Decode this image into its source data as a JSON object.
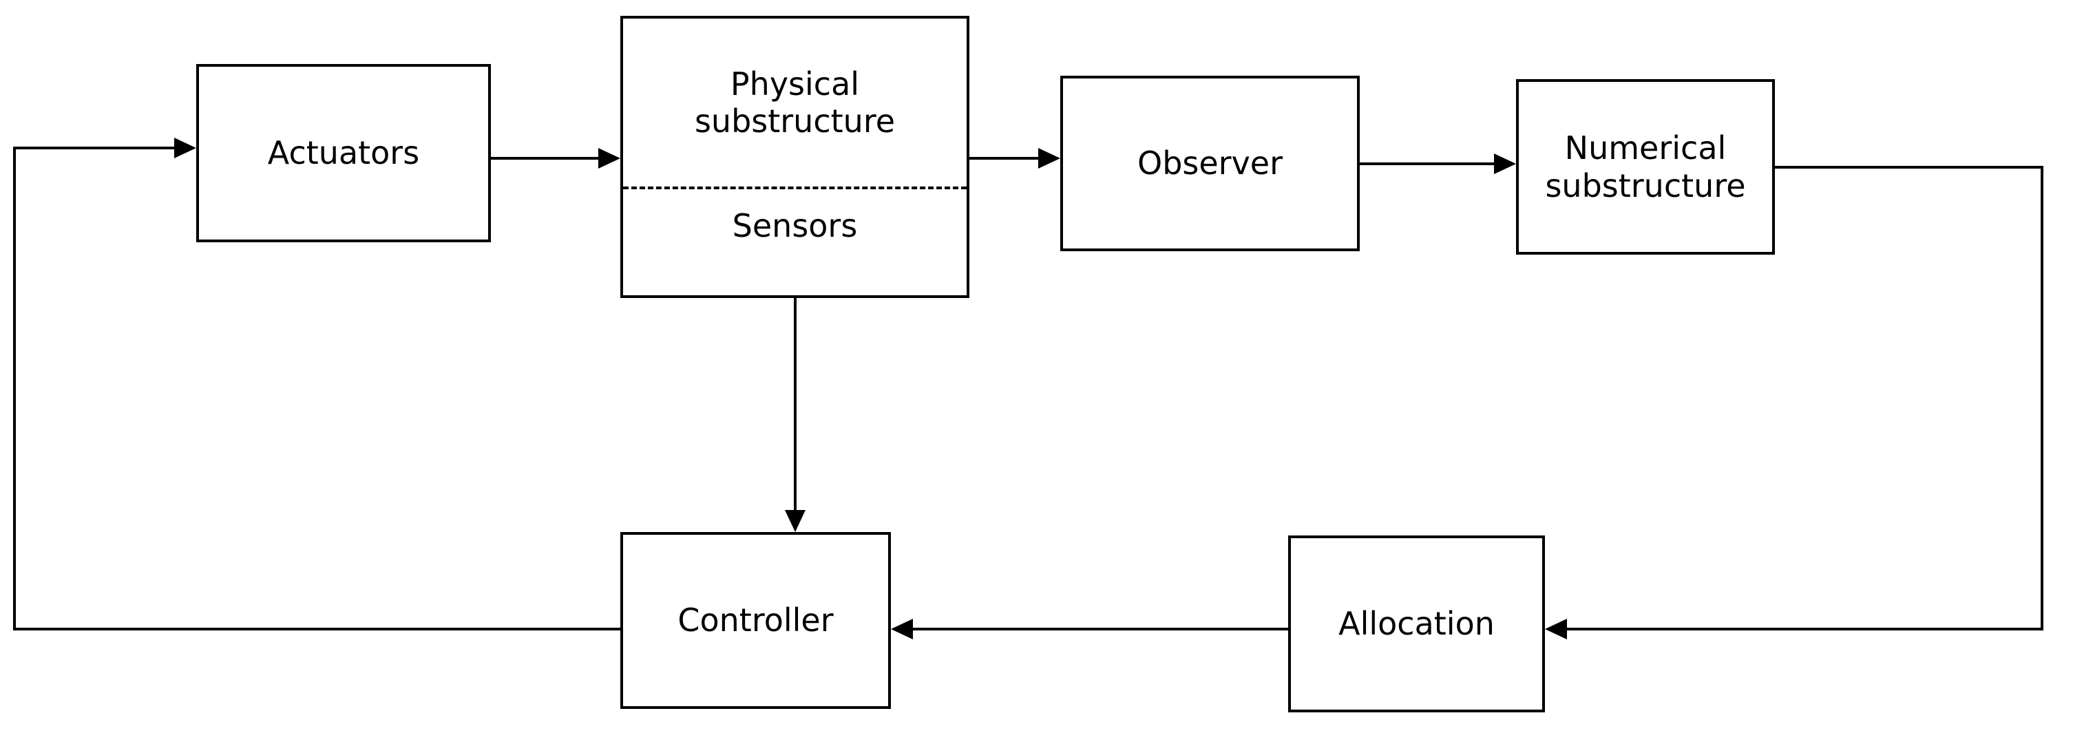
{
  "diagram": {
    "title": "Hybrid simulation control loop block diagram",
    "background_color": "#ffffff",
    "line_color": "#000000",
    "nodes": {
      "actuators": {
        "label": "Actuators"
      },
      "physical_substructure": {
        "label": "Physical\nsubstructure"
      },
      "sensors": {
        "label": "Sensors"
      },
      "observer": {
        "label": "Observer"
      },
      "numerical_substructure": {
        "label": "Numerical\nsubstructure"
      },
      "controller": {
        "label": "Controller"
      },
      "allocation": {
        "label": "Allocation"
      }
    },
    "connections": [
      {
        "from": "controller",
        "to": "actuators",
        "direction": "right",
        "style": "solid"
      },
      {
        "from": "actuators",
        "to": "physical_substructure",
        "direction": "right",
        "style": "solid"
      },
      {
        "from": "physical_substructure",
        "to": "observer",
        "direction": "right",
        "style": "solid"
      },
      {
        "from": "observer",
        "to": "numerical_substructure",
        "direction": "right",
        "style": "solid"
      },
      {
        "from": "sensors",
        "to": "controller",
        "direction": "down",
        "style": "solid"
      },
      {
        "from": "numerical_substructure",
        "to": "allocation",
        "direction": "left",
        "style": "solid"
      },
      {
        "from": "allocation",
        "to": "controller",
        "direction": "left",
        "style": "solid"
      }
    ]
  }
}
